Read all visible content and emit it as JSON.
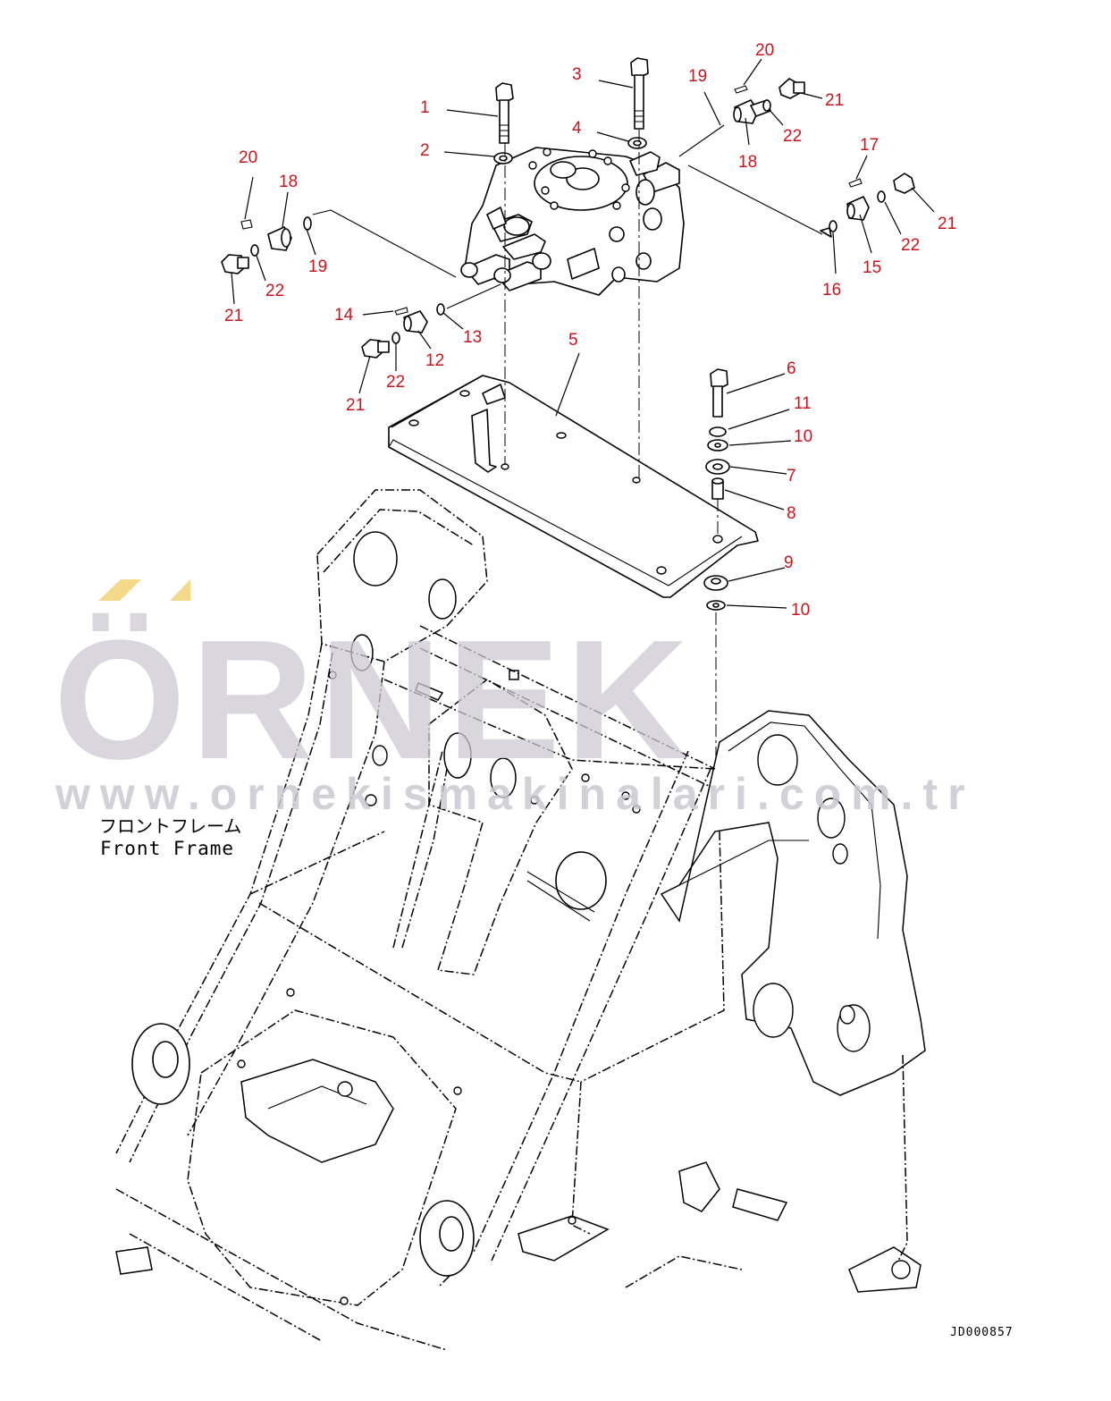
{
  "diagram": {
    "callouts": [
      {
        "id": "c-1",
        "label": "1"
      },
      {
        "id": "c-2",
        "label": "2"
      },
      {
        "id": "c-3",
        "label": "3"
      },
      {
        "id": "c-4",
        "label": "4"
      },
      {
        "id": "c-5",
        "label": "5"
      },
      {
        "id": "c-6",
        "label": "6"
      },
      {
        "id": "c-7",
        "label": "7"
      },
      {
        "id": "c-8",
        "label": "8"
      },
      {
        "id": "c-9",
        "label": "9"
      },
      {
        "id": "c-10a",
        "label": "10"
      },
      {
        "id": "c-10b",
        "label": "10"
      },
      {
        "id": "c-11",
        "label": "11"
      },
      {
        "id": "c-12",
        "label": "12"
      },
      {
        "id": "c-13",
        "label": "13"
      },
      {
        "id": "c-14",
        "label": "14"
      },
      {
        "id": "c-15",
        "label": "15"
      },
      {
        "id": "c-16",
        "label": "16"
      },
      {
        "id": "c-17",
        "label": "17"
      },
      {
        "id": "c-18a",
        "label": "18"
      },
      {
        "id": "c-18b",
        "label": "18"
      },
      {
        "id": "c-19a",
        "label": "19"
      },
      {
        "id": "c-19b",
        "label": "19"
      },
      {
        "id": "c-20a",
        "label": "20"
      },
      {
        "id": "c-20b",
        "label": "20"
      },
      {
        "id": "c-21a",
        "label": "21"
      },
      {
        "id": "c-21b",
        "label": "21"
      },
      {
        "id": "c-21c",
        "label": "21"
      },
      {
        "id": "c-21d",
        "label": "21"
      },
      {
        "id": "c-22a",
        "label": "22"
      },
      {
        "id": "c-22b",
        "label": "22"
      },
      {
        "id": "c-22c",
        "label": "22"
      },
      {
        "id": "c-22d",
        "label": "22"
      }
    ],
    "frame_label_jp": "フロントフレーム",
    "frame_label_en": "Front Frame",
    "drawing_code": "JD000857"
  },
  "watermark": {
    "brand": "ÖRNEK",
    "url": "www.ornekismakinalari.com.tr"
  },
  "colors": {
    "callout": "#c8141e",
    "line": "#000000",
    "watermark": "#ccc8d1",
    "watermark_accent": "#f5d98a"
  }
}
